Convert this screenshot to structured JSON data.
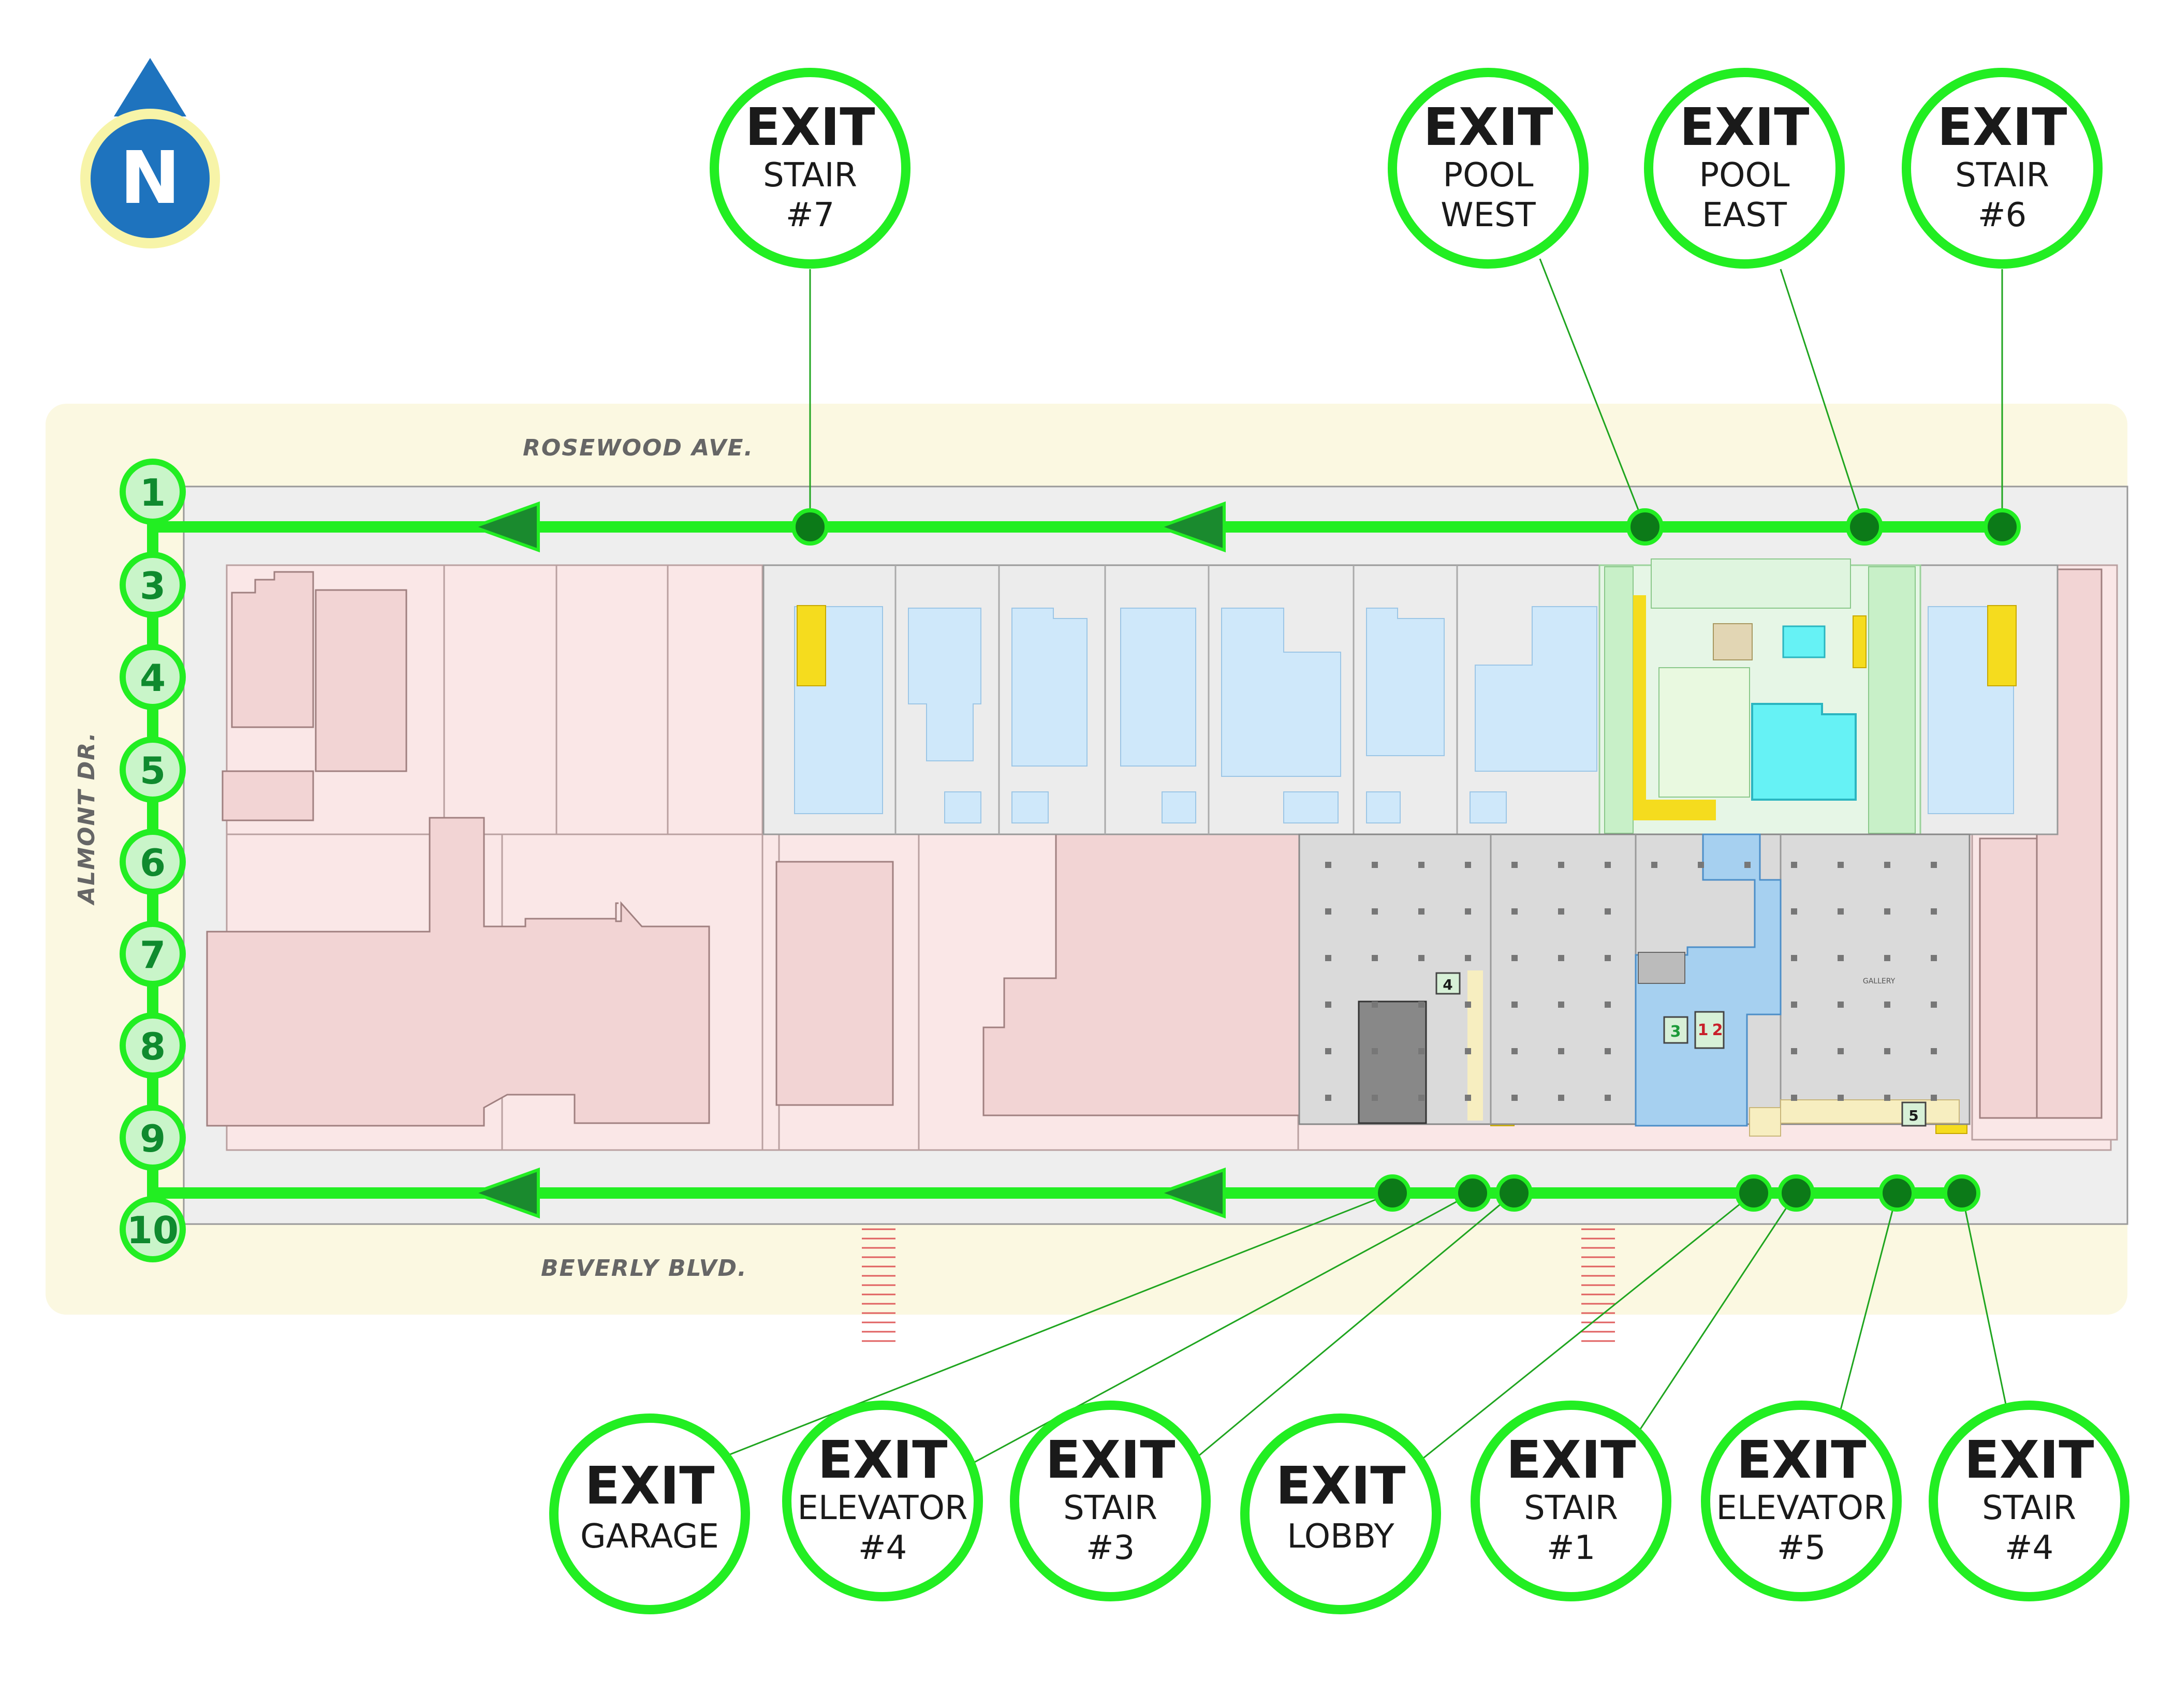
{
  "streets": {
    "north": "ROSEWOOD AVE.",
    "south": "BEVERLY BLVD.",
    "west": "ALMONT DR."
  },
  "compass": {
    "letter": "N",
    "icon": "north-arrow-icon"
  },
  "grid_lines": [
    "1",
    "3",
    "4",
    "5",
    "6",
    "7",
    "8",
    "9",
    "10"
  ],
  "exits_north": [
    {
      "word": "EXIT",
      "line1": "STAIR",
      "line2": "#7"
    },
    {
      "word": "EXIT",
      "line1": "POOL",
      "line2": "WEST"
    },
    {
      "word": "EXIT",
      "line1": "POOL",
      "line2": "EAST"
    },
    {
      "word": "EXIT",
      "line1": "STAIR",
      "line2": "#6"
    }
  ],
  "exits_south": [
    {
      "word": "EXIT",
      "line1": "GARAGE",
      "line2": ""
    },
    {
      "word": "EXIT",
      "line1": "ELEVATOR",
      "line2": "#4"
    },
    {
      "word": "EXIT",
      "line1": "STAIR",
      "line2": "#3"
    },
    {
      "word": "EXIT",
      "line1": "LOBBY",
      "line2": ""
    },
    {
      "word": "EXIT",
      "line1": "STAIR",
      "line2": "#1"
    },
    {
      "word": "EXIT",
      "line1": "ELEVATOR",
      "line2": "#5"
    },
    {
      "word": "EXIT",
      "line1": "STAIR",
      "line2": "#4"
    }
  ],
  "elevator_labels": [
    "1",
    "2",
    "3",
    "4",
    "5"
  ],
  "room_label": "GALLERY",
  "colors": {
    "route_green": "#22ee22",
    "route_dark": "#119911",
    "arrow_green": "#1a8a2e",
    "site_cream": "#fbf8e1",
    "plaza_gray": "#eeeeee",
    "lot_pink": "#fae7e7",
    "building_pink": "#f2d4d4",
    "unit_blue": "#cfe8fa",
    "pool_cyan": "#66f2f5",
    "stair_yellow": "#f5dc1e",
    "garage_gray": "#dadada",
    "lobby_blue": "#a6d0f0",
    "compass_blue": "#1e73be"
  }
}
